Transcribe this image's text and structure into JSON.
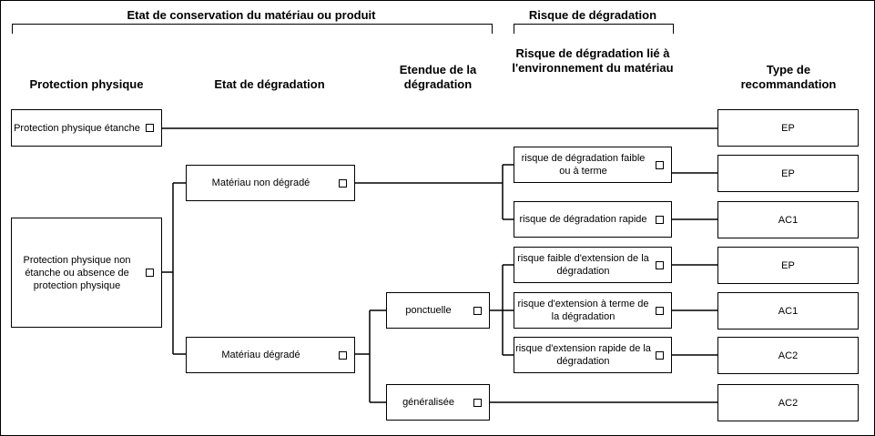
{
  "headers": {
    "group_conservation": "Etat de conservation du matériau ou produit",
    "group_risque": "Risque de dégradation",
    "col_protection": "Protection physique",
    "col_etat": "Etat de dégradation",
    "col_etendue": "Etendue de la dégradation",
    "col_risque_env": "Risque de dégradation lié à l'environnement du matériau",
    "col_type": "Type de recommandation"
  },
  "protection": {
    "etanche": "Protection physique étanche",
    "non_etanche": "Protection physique non étanche ou absence de protection physique"
  },
  "etat": {
    "non_degrade": "Matériau non dégradé",
    "degrade": "Matériau dégradé"
  },
  "etendue": {
    "ponctuelle": "ponctuelle",
    "generalisee": "généralisée"
  },
  "risque": {
    "faible_terme": "risque de dégradation faible ou à terme",
    "rapide": "risque de dégradation rapide",
    "ext_faible": "risque faible d'extension de la dégradation",
    "ext_terme": "risque d'extension à terme de la dégradation",
    "ext_rapide": "risque d'extension rapide de la dégradation"
  },
  "recommandations": [
    "EP",
    "EP",
    "AC1",
    "EP",
    "AC1",
    "AC2",
    "AC2"
  ]
}
